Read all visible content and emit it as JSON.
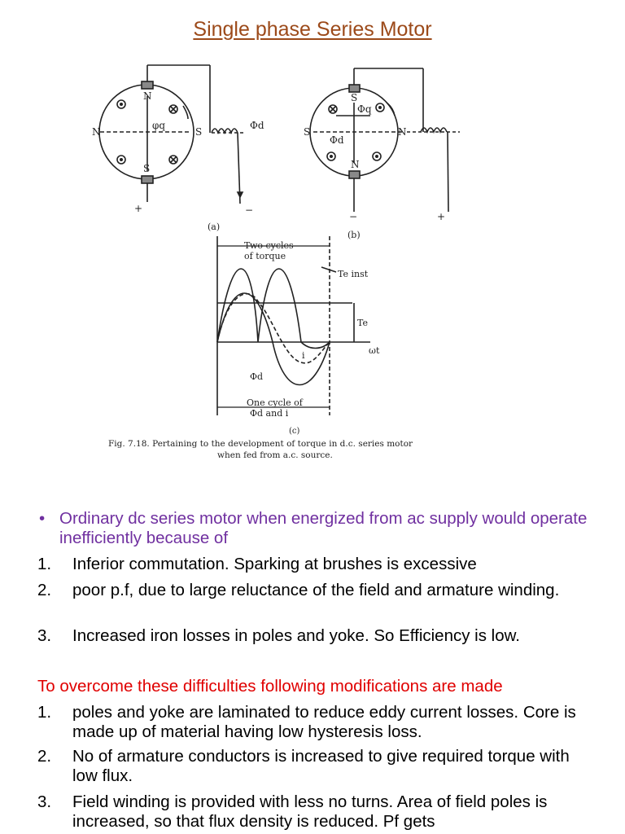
{
  "page": {
    "title": "Single phase Series Motor",
    "title_color": "#9c4a1a"
  },
  "figure": {
    "diagram_a": {
      "pole_top": "N",
      "pole_bottom": "S",
      "axis_left": "N",
      "axis_right": "S",
      "flux_q": "φq",
      "flux_d": "Φd",
      "terminal_plus": "+",
      "terminal_minus": "−",
      "label": "(a)"
    },
    "diagram_b": {
      "pole_top": "S",
      "pole_bottom": "N",
      "axis_left": "S",
      "axis_right": "N",
      "flux_q": "Φq",
      "flux_d": "Φd",
      "terminal_plus": "+",
      "terminal_minus": "−",
      "label": "(b)"
    },
    "diagram_c": {
      "top_label_line1": "Two cycles",
      "top_label_line2": "of torque",
      "te_inst": "Te inst",
      "te": "Te",
      "omega_t": "ωt",
      "i_label": "i",
      "phi_d": "Φd",
      "bottom_label_line1": "One cycle of",
      "bottom_label_line2": "Φd and i",
      "label": "(c)"
    },
    "caption_line1": "Fig. 7.18. Pertaining to the development of torque in d.c. series motor",
    "caption_line2": "when fed from a.c. source."
  },
  "bullet": {
    "glyph": "•",
    "text": "Ordinary dc series motor when energized from ac supply would operate inefficiently because of",
    "color": "#7030a0"
  },
  "problems": [
    {
      "num": "1.",
      "text": "Inferior commutation. Sparking at brushes is excessive"
    },
    {
      "num": "2.",
      "text": " poor p.f, due to large reluctance of the field and armature winding."
    },
    {
      "num": "3.",
      "text": "Increased iron losses in poles and yoke. So Efficiency is low."
    }
  ],
  "solutions_heading": {
    "text": "To overcome these difficulties following modifications are made",
    "color": "#e00000"
  },
  "solutions": [
    {
      "num": "1.",
      "text": "poles and yoke are laminated to reduce eddy current losses. Core is made up of material having low hysteresis loss."
    },
    {
      "num": "2.",
      "text": "No of armature conductors is increased to give required torque with low flux."
    },
    {
      "num": "3.",
      "text": "Field winding is provided with less no turns. Area of field poles is increased, so that flux density is reduced. Pf gets"
    }
  ]
}
